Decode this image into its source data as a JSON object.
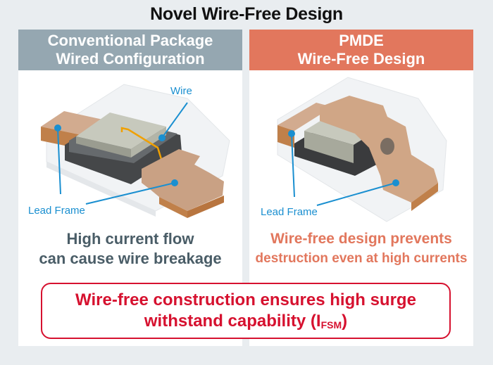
{
  "title": "Novel Wire-Free Design",
  "colors": {
    "conventional_header": "#95a7b1",
    "pmde_header": "#e2775d",
    "callout_red": "#d6112f",
    "label_blue": "#1a8fd0",
    "copper": "#c99a7a",
    "wire": "#f0a000"
  },
  "left_panel": {
    "header_line1": "Conventional Package",
    "header_line2": "Wired Configuration",
    "label_wire": "Wire",
    "label_lead_frame": "Lead Frame",
    "caption_line1": "High current flow",
    "caption_line2": "can cause wire breakage"
  },
  "right_panel": {
    "header_line1": "PMDE",
    "header_line2": "Wire-Free Design",
    "label_lead_frame": "Lead Frame",
    "caption_line1": "Wire-free design prevents",
    "caption_line2": "destruction even at high currents"
  },
  "callout": {
    "line1": "Wire-free construction ensures high surge",
    "line2_prefix": "withstand capability (I",
    "line2_sub": "FSM",
    "line2_suffix": ")"
  }
}
